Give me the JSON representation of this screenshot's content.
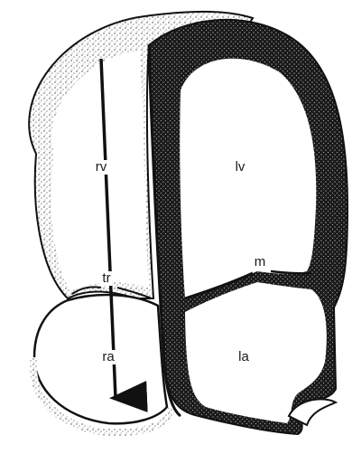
{
  "labels": {
    "rv": "rv",
    "lv": "lv",
    "tr": "tr",
    "m": "m",
    "ra": "ra",
    "la": "la"
  },
  "colors": {
    "ink": "#111111",
    "stipple": "#3a3a3a",
    "background": "#ffffff"
  }
}
